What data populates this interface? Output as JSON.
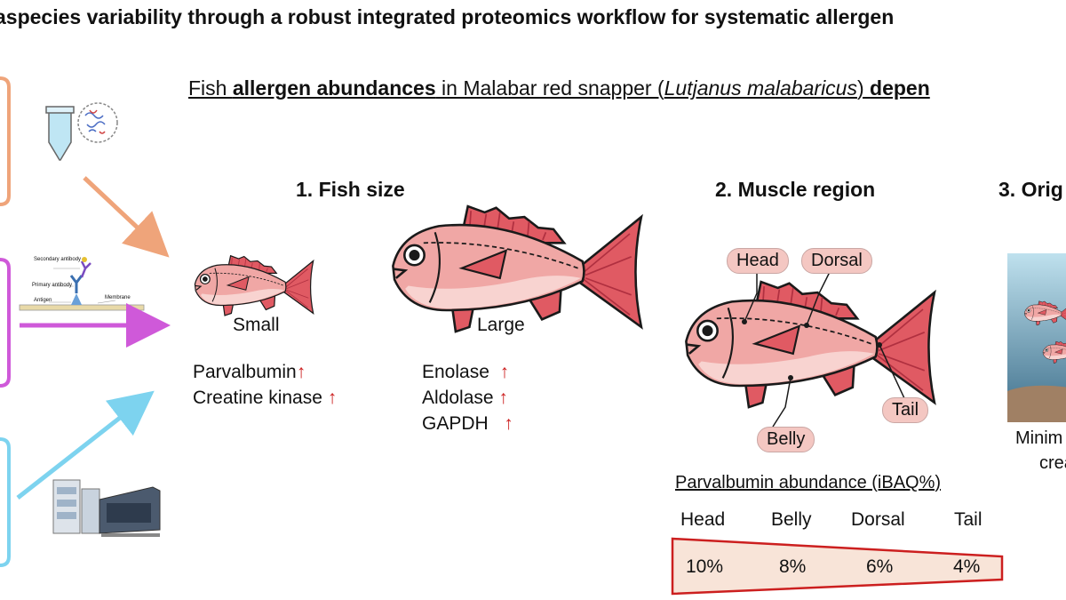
{
  "title": "aspecies variability through a robust integrated proteomics workflow for systematic allergen",
  "subtitle": {
    "p1": "Fish ",
    "b1": "allergen abundances",
    "p2": " in Malabar red snapper (",
    "i1": "Lutjanus malabaricus",
    "p3": ") ",
    "b2": "depen"
  },
  "left_panel": {
    "western_blot_labels": {
      "secondary": "Secondary antibody",
      "primary": "Primary antibody",
      "antigen": "Antigen",
      "membrane": "Membrane"
    },
    "arrow_colors": {
      "top": "#efa47a",
      "middle": "#cf59d9",
      "bottom": "#7dd3ef"
    }
  },
  "section1": {
    "heading": "1. Fish size",
    "small_label": "Small",
    "large_label": "Large",
    "small_proteins": [
      "Parvalbumin",
      "Creatine kinase"
    ],
    "large_proteins": [
      "Enolase",
      "Aldolase",
      "GAPDH"
    ],
    "arrow_glyph": "↑"
  },
  "section2": {
    "heading": "2. Muscle region",
    "region_tags": {
      "head": "Head",
      "dorsal": "Dorsal",
      "tail": "Tail",
      "belly": "Belly"
    },
    "parvalbumin": {
      "title": "Parvalbumin abundance (iBAQ%)",
      "regions": [
        "Head",
        "Belly",
        "Dorsal",
        "Tail"
      ],
      "values": [
        "10%",
        "8%",
        "6%",
        "4%"
      ]
    }
  },
  "section3": {
    "heading": "3. Orig",
    "caption_line1": "Minim",
    "caption_line2": "crea"
  },
  "colors": {
    "fish_body": "#f0a7a5",
    "fish_belly": "#f8d3d0",
    "fish_fin": "#e05a63",
    "fish_outline": "#1a1a1a",
    "up_arrow": "#cc1f1f",
    "bar_fill": "#f8e4d8",
    "bar_border": "#cc1f1f"
  }
}
